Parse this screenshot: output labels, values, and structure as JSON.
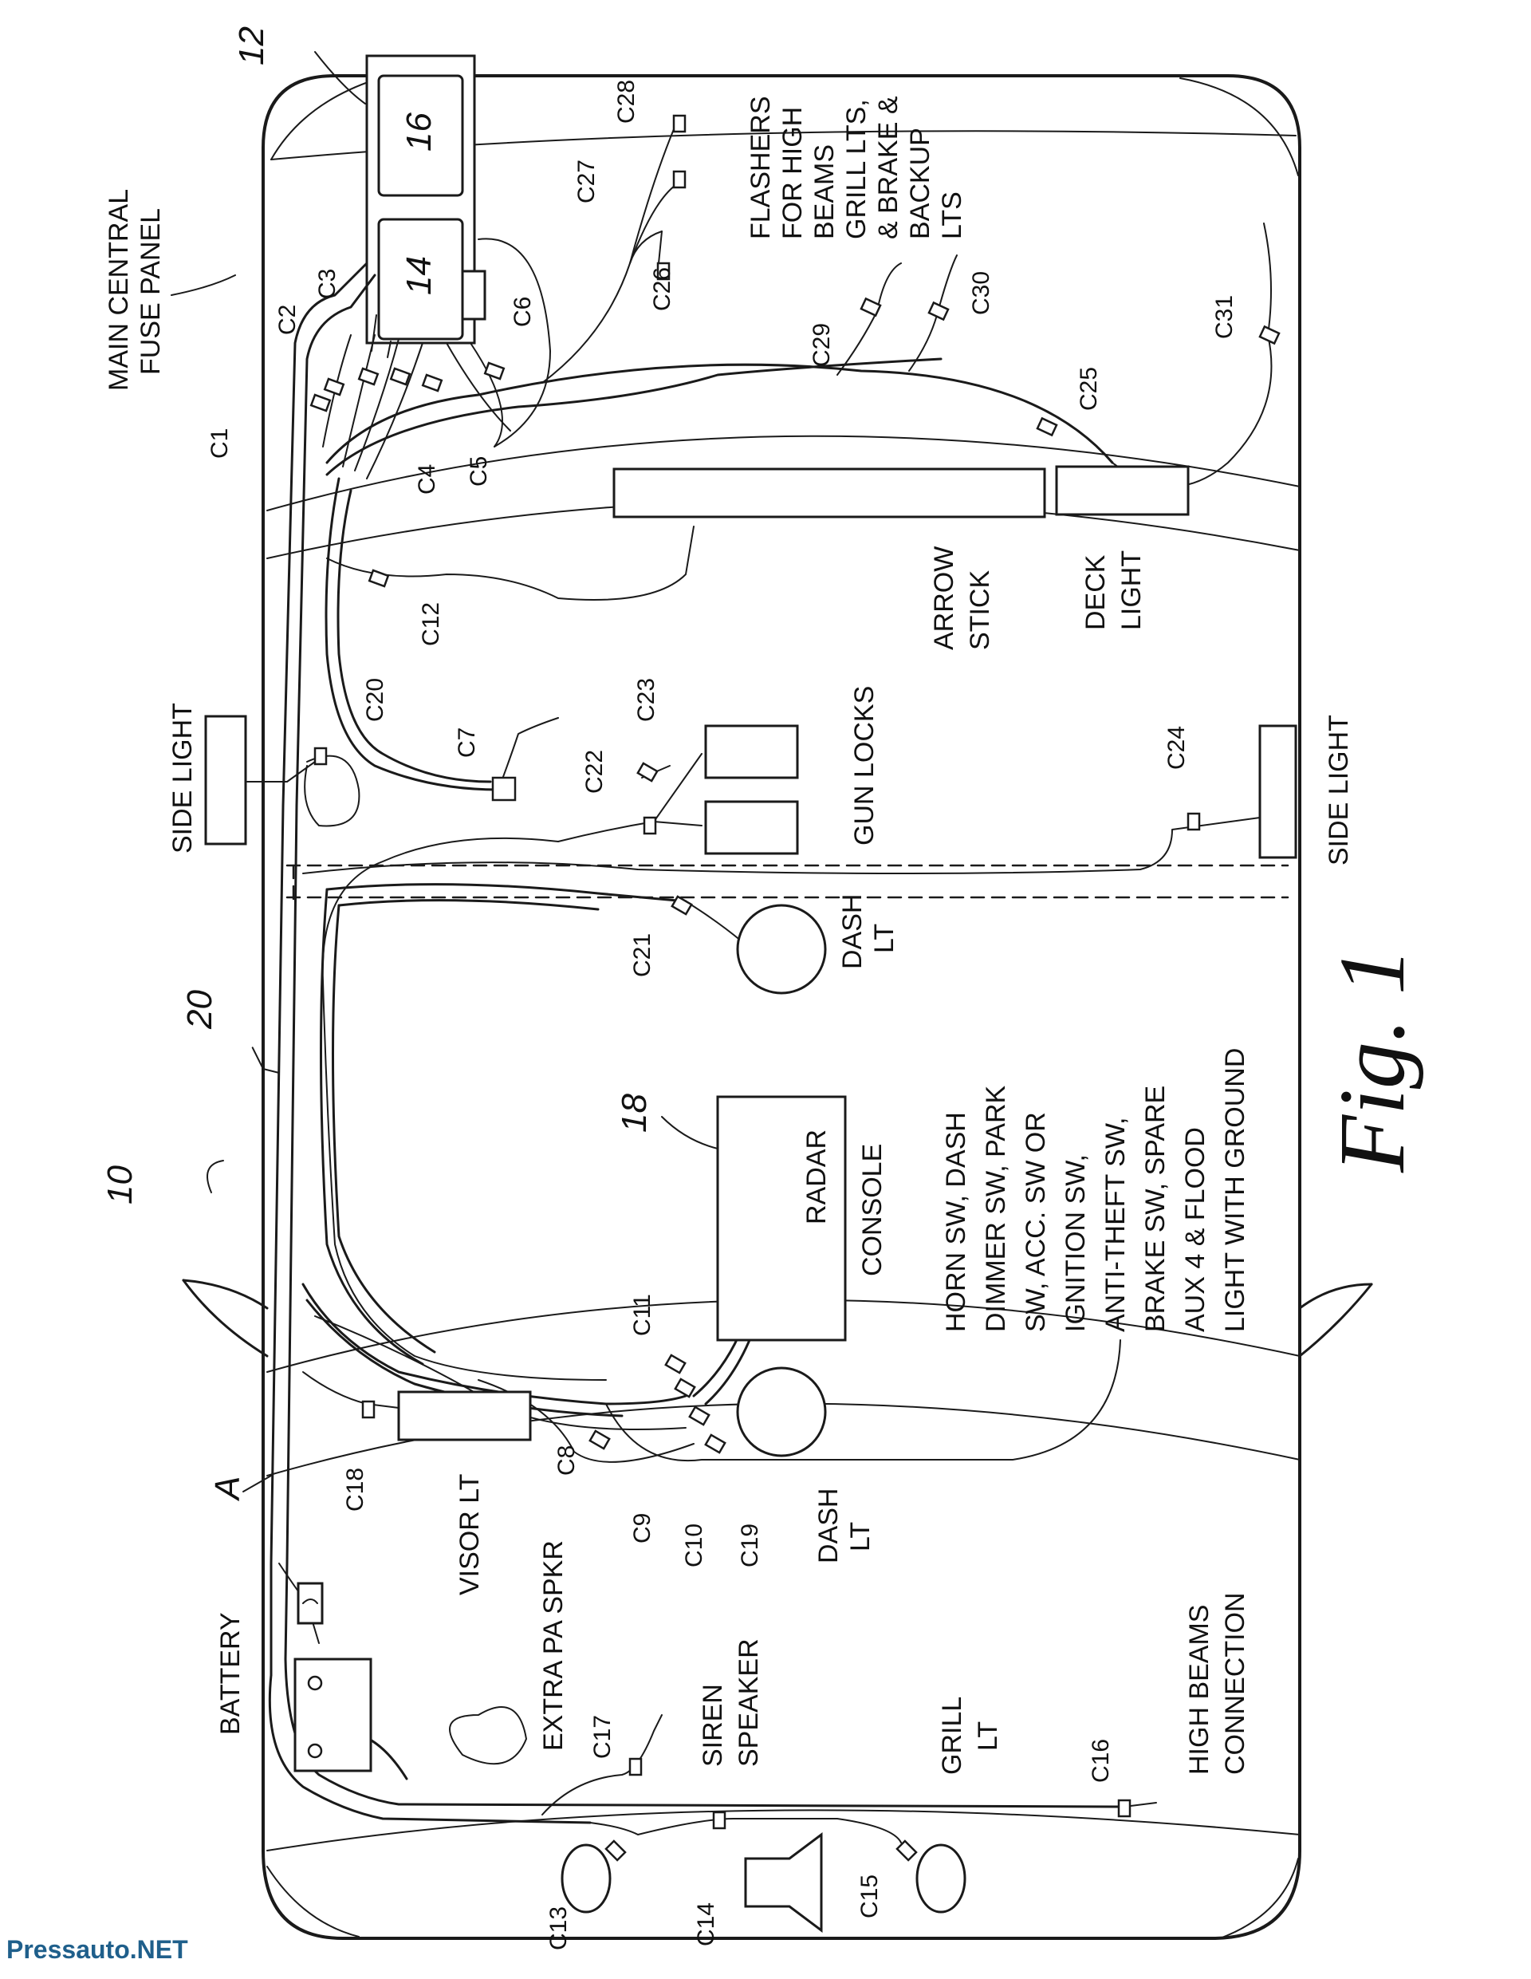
{
  "figure": {
    "ref_number": "10",
    "caption": "Fig.  1"
  },
  "references": {
    "fuse_box_main": "12",
    "fuse_block_a": "14",
    "fuse_block_b": "16",
    "harness_main": "20",
    "console_ref": "18",
    "harness_point": "A"
  },
  "labels": {
    "main_central_fuse_panel": [
      "MAIN CENTRAL",
      "FUSE PANEL"
    ],
    "flashers": [
      "FLASHERS",
      "FOR HIGH",
      "BEAMS",
      "GRILL LTS,",
      "& BRAKE &",
      "BACKUP",
      "LTS"
    ],
    "arrow_stick": [
      "ARROW",
      "STICK"
    ],
    "deck_light": [
      "DECK",
      "LIGHT"
    ],
    "gun_locks": "GUN LOCKS",
    "side_light_left": "SIDE LIGHT",
    "side_light_right": "SIDE LIGHT",
    "dash_lt_upper": [
      "DASH",
      "LT"
    ],
    "dash_lt_lower": [
      "DASH",
      "LT"
    ],
    "radar": "RADAR",
    "console": "CONSOLE",
    "switches": [
      "HORN SW, DASH",
      "DIMMER SW, PARK",
      "SW, ACC. SW OR",
      "IGNITION SW,",
      "ANTI-THEFT SW,",
      "BRAKE SW, SPARE",
      "AUX 4 & FLOOD",
      "LIGHT WITH GROUND"
    ],
    "visor_lt": "VISOR LT",
    "battery": "BATTERY",
    "extra_pa_spkr": "EXTRA PA SPKR",
    "siren_speaker": [
      "SIREN",
      "SPEAKER"
    ],
    "grill_lt": [
      "GRILL",
      "LT"
    ],
    "high_beams_connection": [
      "HIGH BEAMS",
      "CONNECTION"
    ]
  },
  "connectors": {
    "c1": "C1",
    "c2": "C2",
    "c3": "C3",
    "c4": "C4",
    "c5": "C5",
    "c6": "C6",
    "c7": "C7",
    "c8": "C8",
    "c9": "C9",
    "c10": "C10",
    "c11": "C11",
    "c12": "C12",
    "c13": "C13",
    "c14": "C14",
    "c15": "C15",
    "c16": "C16",
    "c17": "C17",
    "c18": "C18",
    "c19": "C19",
    "c20": "C20",
    "c21": "C21",
    "c22": "C22",
    "c23": "C23",
    "c24": "C24",
    "c25": "C25",
    "c26": "C26",
    "c27": "C27",
    "c28": "C28",
    "c29": "C29",
    "c30": "C30",
    "c31": "C31"
  },
  "watermark": "Pressauto.NET",
  "colors": {
    "line": "#1a1a1a",
    "watermark": "#1f5f8b"
  }
}
